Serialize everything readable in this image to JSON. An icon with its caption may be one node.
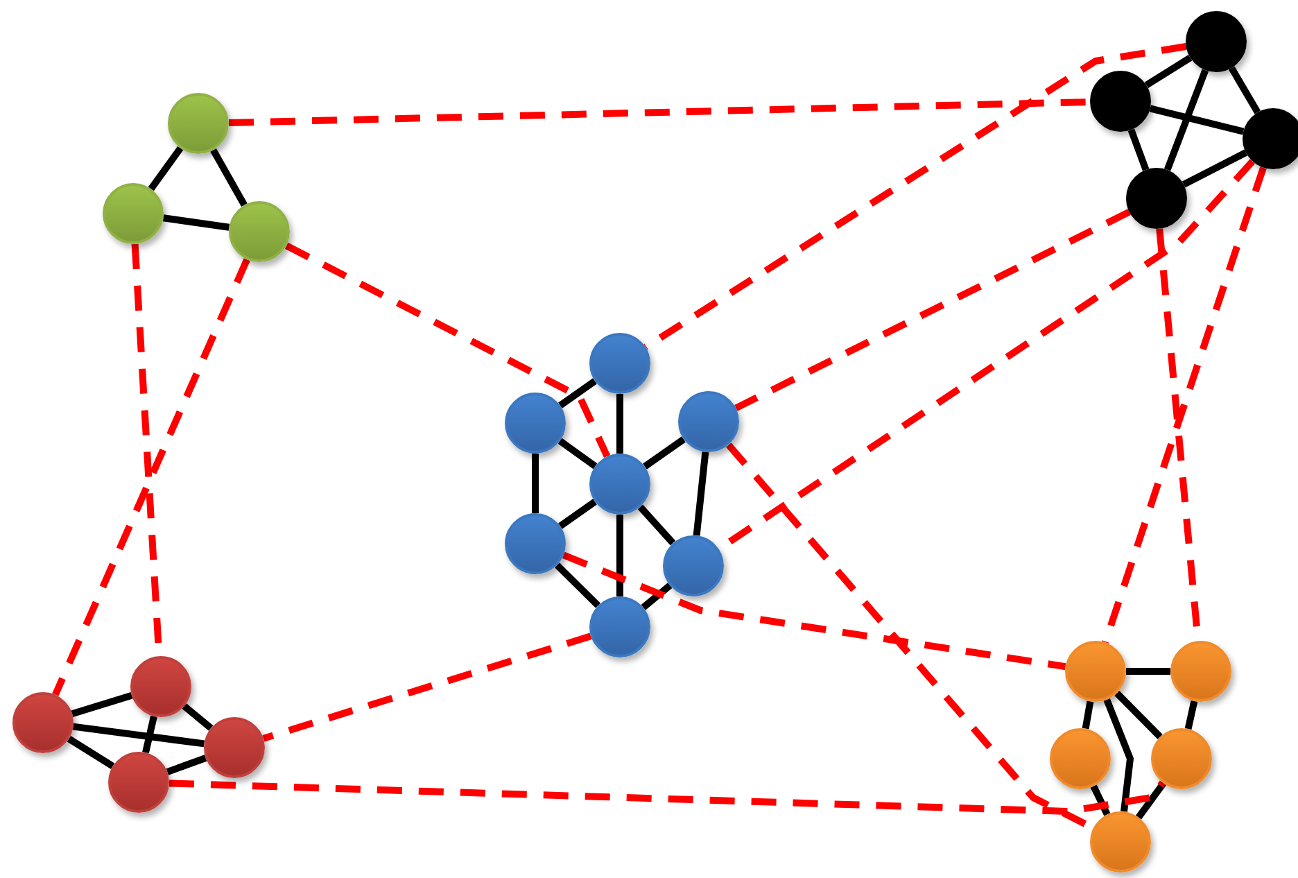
{
  "diagram": {
    "nodes": [
      {
        "text": [],
        "shape": "circle"
      },
      {
        "text": [],
        "shape": "circle"
      },
      {
        "text": [],
        "shape": "circle"
      },
      {
        "text": [],
        "shape": "circle"
      },
      {
        "text": [],
        "shape": "circle"
      },
      {
        "text": [],
        "shape": "circle"
      },
      {
        "text": [],
        "shape": "circle"
      },
      {
        "text": [],
        "shape": "circle"
      },
      {
        "text": [],
        "shape": "circle"
      },
      {
        "text": [],
        "shape": "circle"
      },
      {
        "text": [],
        "shape": "circle"
      },
      {
        "text": [],
        "shape": "circle"
      },
      {
        "text": [],
        "shape": "circle"
      },
      {
        "text": [],
        "shape": "circle"
      },
      {
        "text": [],
        "shape": "circle"
      },
      {
        "text": [],
        "shape": "circle"
      },
      {
        "text": [],
        "shape": "circle"
      },
      {
        "text": [],
        "shape": "circle"
      },
      {
        "text": [],
        "shape": "circle"
      },
      {
        "text": [],
        "shape": "circle"
      },
      {
        "text": [],
        "shape": "circle"
      },
      {
        "text": [],
        "shape": "circle"
      },
      {
        "text": [],
        "shape": "circle"
      }
    ],
    "edges": [
      {
        "from": 0,
        "to": 1,
        "arrow": "none"
      },
      {
        "from": 0,
        "to": 2,
        "arrow": "none"
      },
      {
        "from": 1,
        "to": 2,
        "arrow": "none"
      },
      {
        "from": 3,
        "to": 4,
        "arrow": "none"
      },
      {
        "from": 3,
        "to": 5,
        "arrow": "none"
      },
      {
        "from": 3,
        "to": 6,
        "arrow": "none"
      },
      {
        "from": 4,
        "to": 5,
        "arrow": "none"
      },
      {
        "from": 4,
        "to": 6,
        "arrow": "none"
      },
      {
        "from": 6,
        "to": 5,
        "arrow": "none"
      },
      {
        "from": 7,
        "to": 8,
        "arrow": "none"
      },
      {
        "from": 7,
        "to": 10,
        "arrow": "none"
      },
      {
        "from": 9,
        "to": 10,
        "arrow": "none"
      },
      {
        "from": 9,
        "to": 12,
        "arrow": "none"
      },
      {
        "from": 8,
        "to": 11,
        "arrow": "none"
      },
      {
        "from": 8,
        "to": 10,
        "arrow": "none"
      },
      {
        "from": 11,
        "to": 10,
        "arrow": "none"
      },
      {
        "from": 10,
        "to": 12,
        "arrow": "none"
      },
      {
        "from": 10,
        "to": 13,
        "arrow": "none"
      },
      {
        "from": 11,
        "to": 13,
        "arrow": "none"
      },
      {
        "from": 12,
        "to": 13,
        "arrow": "none"
      },
      {
        "from": 15,
        "to": 14,
        "arrow": "none"
      },
      {
        "from": 15,
        "to": 16,
        "arrow": "none"
      },
      {
        "from": 15,
        "to": 17,
        "arrow": "none"
      },
      {
        "from": 14,
        "to": 16,
        "arrow": "none"
      },
      {
        "from": 14,
        "to": 17,
        "arrow": "none"
      },
      {
        "from": 17,
        "to": 16,
        "arrow": "none"
      },
      {
        "from": 18,
        "to": 19,
        "arrow": "none"
      },
      {
        "from": 18,
        "to": 20,
        "arrow": "none"
      },
      {
        "from": 18,
        "to": 21,
        "arrow": "none"
      },
      {
        "from": 18,
        "to": 22,
        "arrow": "none"
      },
      {
        "from": 19,
        "to": 21,
        "arrow": "none"
      },
      {
        "from": 20,
        "to": 22,
        "arrow": "none"
      },
      {
        "from": 21,
        "to": 22,
        "arrow": "none"
      },
      {
        "from": 0,
        "to": 4,
        "arrow": "none",
        "style": "dashed",
        "color": "#ff0000"
      },
      {
        "from": 2,
        "to": 10,
        "arrow": "none",
        "style": "dashed",
        "color": "#ff0000"
      },
      {
        "from": 1,
        "to": 14,
        "arrow": "none",
        "style": "dashed",
        "color": "#ff0000"
      },
      {
        "from": 2,
        "to": 15,
        "arrow": "none",
        "style": "dashed",
        "color": "#ff0000"
      },
      {
        "from": 3,
        "to": 7,
        "arrow": "none",
        "style": "dashed",
        "color": "#ff0000"
      },
      {
        "from": 6,
        "to": 9,
        "arrow": "none",
        "style": "dashed",
        "color": "#ff0000"
      },
      {
        "from": 5,
        "to": 12,
        "arrow": "none",
        "style": "dashed",
        "color": "#ff0000"
      },
      {
        "from": 6,
        "to": 19,
        "arrow": "none",
        "style": "dashed",
        "color": "#ff0000"
      },
      {
        "from": 5,
        "to": 18,
        "arrow": "none",
        "style": "dashed",
        "color": "#ff0000"
      },
      {
        "from": 9,
        "to": 22,
        "arrow": "none",
        "style": "dashed",
        "color": "#ff0000"
      },
      {
        "from": 11,
        "to": 18,
        "arrow": "none",
        "style": "dashed",
        "color": "#ff0000"
      },
      {
        "from": 13,
        "to": 16,
        "arrow": "none",
        "style": "dashed",
        "color": "#ff0000"
      },
      {
        "from": 17,
        "to": 21,
        "arrow": "none",
        "style": "dashed",
        "color": "#ff0000"
      }
    ]
  }
}
